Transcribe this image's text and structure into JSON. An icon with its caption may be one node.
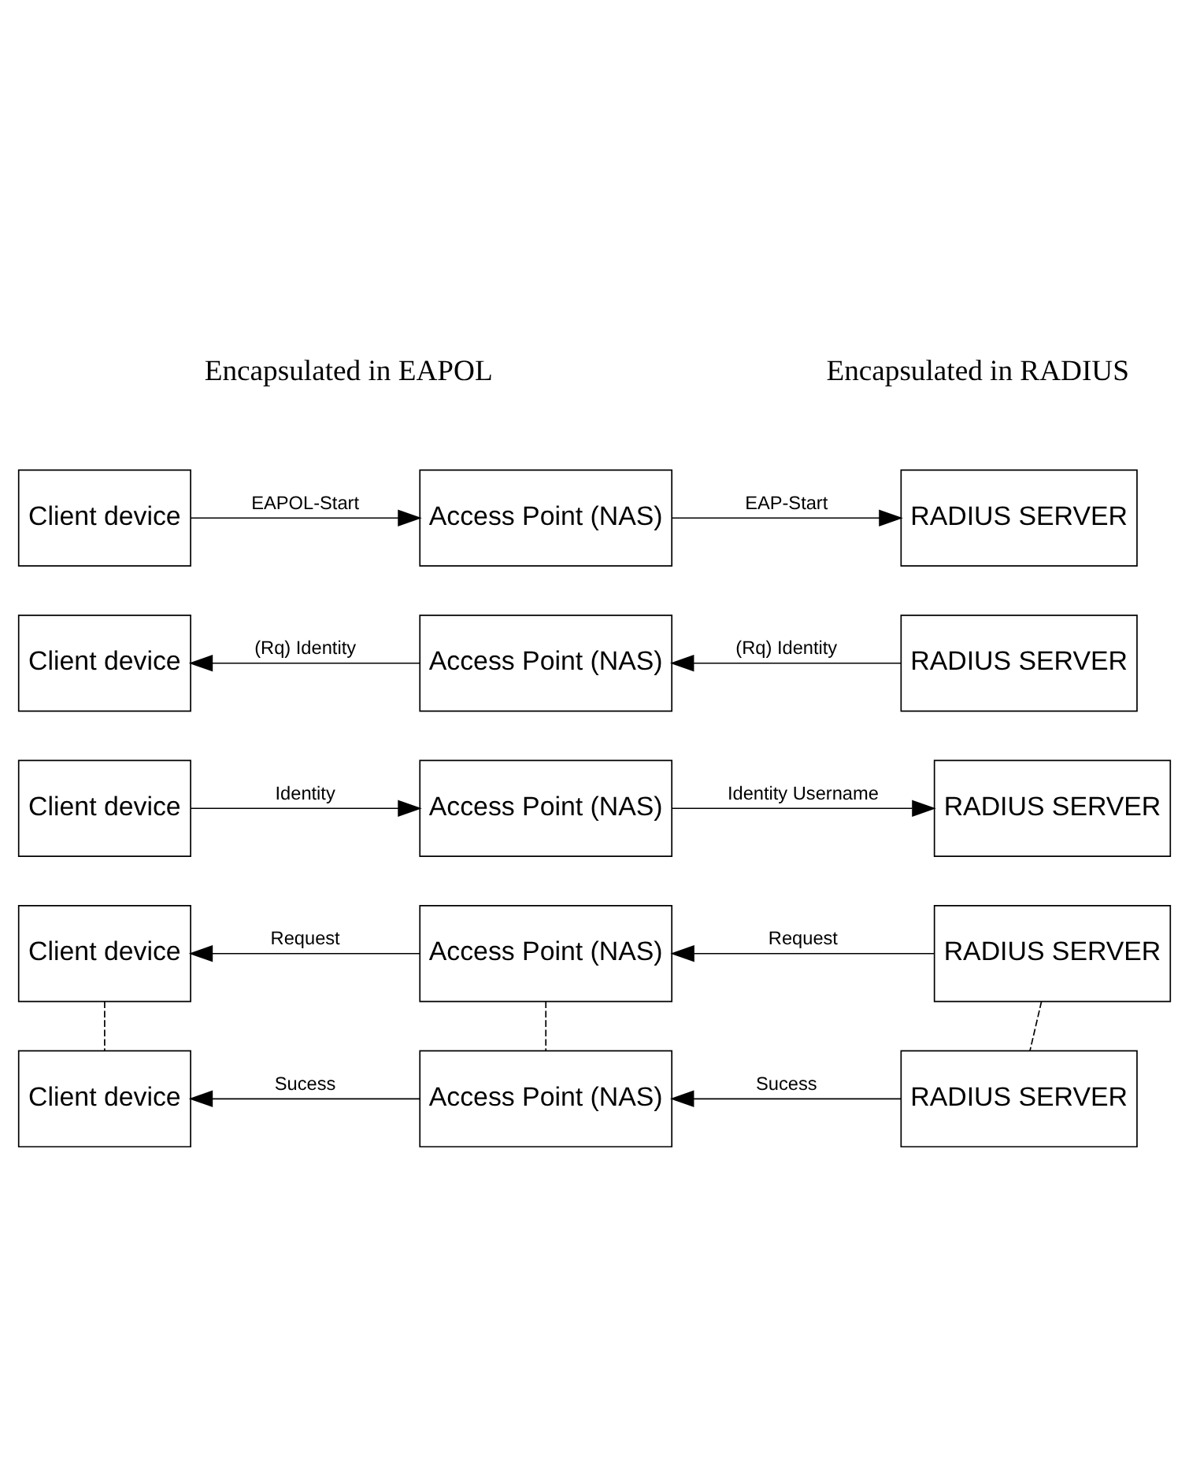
{
  "diagram": {
    "nodes": [
      {
        "text": [
          "Client device"
        ]
      },
      {
        "text": [
          "Access Point (NAS)"
        ]
      },
      {
        "text": [
          "RADIUS SERVER"
        ]
      },
      {
        "text": [
          "Client device"
        ]
      },
      {
        "text": [
          "Access Point (NAS)"
        ]
      },
      {
        "text": [
          "RADIUS SERVER"
        ]
      },
      {
        "text": [
          "Client device"
        ]
      },
      {
        "text": [
          "Access Point (NAS)"
        ]
      },
      {
        "text": [
          "RADIUS SERVER"
        ]
      },
      {
        "text": [
          "Client device"
        ]
      },
      {
        "text": [
          "Access Point (NAS)"
        ]
      },
      {
        "text": [
          "RADIUS SERVER"
        ]
      },
      {
        "text": [
          "Client device"
        ]
      },
      {
        "text": [
          "Access Point (NAS)"
        ]
      },
      {
        "text": [
          "RADIUS SERVER"
        ]
      }
    ],
    "edges": [
      {
        "from": 0,
        "to": 1,
        "arrow": "to",
        "label": "EAPOL-Start"
      },
      {
        "from": 1,
        "to": 2,
        "arrow": "to",
        "label": "EAP-Start"
      },
      {
        "from": 4,
        "to": 3,
        "arrow": "to",
        "label": "(Rq) Identity"
      },
      {
        "from": 5,
        "to": 4,
        "arrow": "to",
        "label": "(Rq) Identity"
      },
      {
        "from": 6,
        "to": 7,
        "arrow": "to",
        "label": "Identity"
      },
      {
        "from": 7,
        "to": 8,
        "arrow": "to",
        "label": "Identity Username"
      },
      {
        "from": 10,
        "to": 9,
        "arrow": "to",
        "label": "Request"
      },
      {
        "from": 11,
        "to": 10,
        "arrow": "to",
        "label": "Request"
      },
      {
        "from": 9,
        "to": 12,
        "arrow": "none",
        "style": "dashed"
      },
      {
        "from": 10,
        "to": 13,
        "arrow": "none",
        "style": "dashed"
      },
      {
        "from": 11,
        "to": 14,
        "arrow": "none",
        "style": "dashed"
      },
      {
        "from": 13,
        "to": 12,
        "arrow": "to",
        "label": "Sucess"
      },
      {
        "from": 14,
        "to": 13,
        "arrow": "to",
        "label": "Sucess"
      }
    ],
    "labels": [
      "Encapsulated in EAPOL",
      "Encapsulated in RADIUS"
    ]
  }
}
